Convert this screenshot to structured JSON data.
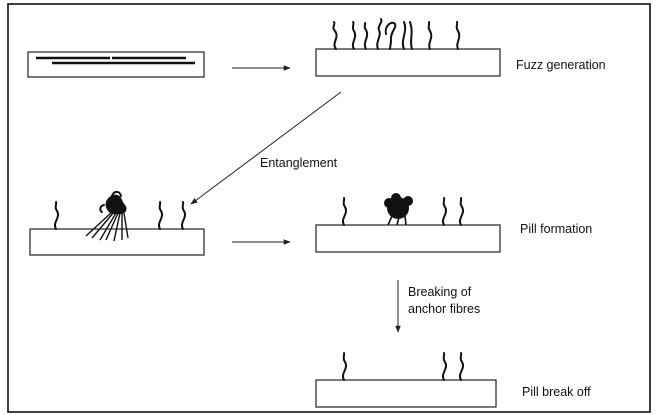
{
  "stages": [
    {
      "id": "fuzz",
      "label": "Fuzz generation"
    },
    {
      "id": "pill",
      "label": "Pill formation"
    },
    {
      "id": "breakoff",
      "label": "Pill break off"
    }
  ],
  "transitions": {
    "entanglement": "Entanglement",
    "breaking_line1": "Breaking of",
    "breaking_line2": "anchor fibres"
  },
  "colors": {
    "stroke": "#111111",
    "background": "#ffffff"
  }
}
